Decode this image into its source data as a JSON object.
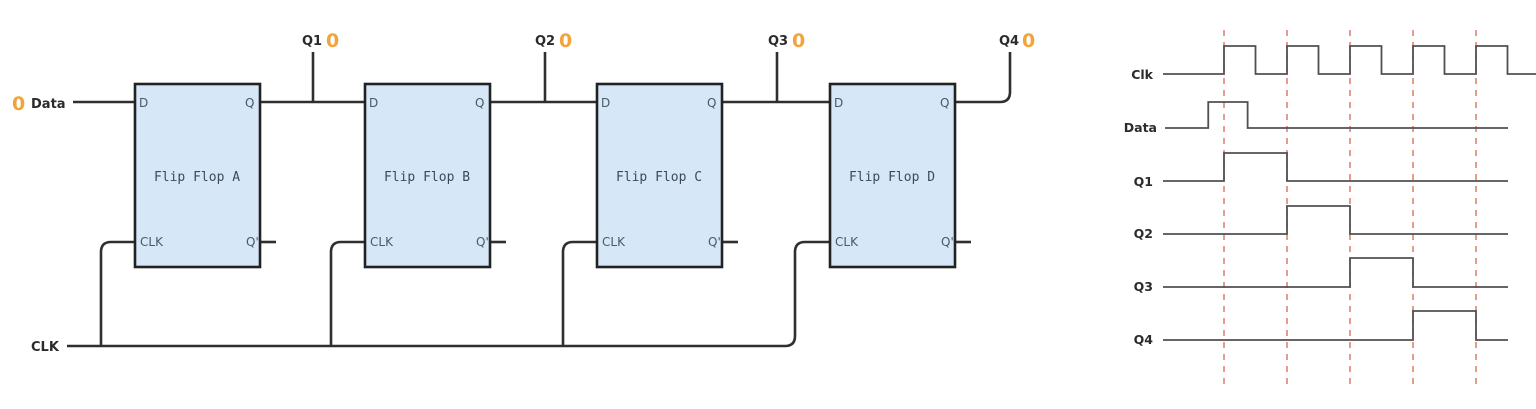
{
  "circuit": {
    "input": {
      "label": "Data",
      "value": "0"
    },
    "clock_label": "CLK",
    "flip_flops": [
      {
        "name": "Flip Flop A",
        "pin_d": "D",
        "pin_q": "Q",
        "pin_clk": "CLK",
        "pin_qbar": "Q'"
      },
      {
        "name": "Flip Flop B",
        "pin_d": "D",
        "pin_q": "Q",
        "pin_clk": "CLK",
        "pin_qbar": "Q'"
      },
      {
        "name": "Flip Flop C",
        "pin_d": "D",
        "pin_q": "Q",
        "pin_clk": "CLK",
        "pin_qbar": "Q'"
      },
      {
        "name": "Flip Flop D",
        "pin_d": "D",
        "pin_q": "Q",
        "pin_clk": "CLK",
        "pin_qbar": "Q'"
      }
    ],
    "outputs": [
      {
        "label": "Q1",
        "value": "0"
      },
      {
        "label": "Q2",
        "value": "0"
      },
      {
        "label": "Q3",
        "value": "0"
      },
      {
        "label": "Q4",
        "value": "0"
      }
    ],
    "colors": {
      "box_fill": "#d6e8f8",
      "value_accent": "#f0a43a",
      "wire": "#2f2f2f"
    }
  },
  "timing": {
    "signals": [
      {
        "label": "Clk",
        "transitions": "square clock, period 2 units, rising edges at t=1,3,5,7,9"
      },
      {
        "label": "Data",
        "high_from": 0.5,
        "high_to": 1.75
      },
      {
        "label": "Q1",
        "high_from": 1,
        "high_to": 3
      },
      {
        "label": "Q2",
        "high_from": 3,
        "high_to": 5
      },
      {
        "label": "Q3",
        "high_from": 5,
        "high_to": 7
      },
      {
        "label": "Q4",
        "high_from": 7,
        "high_to": 9
      }
    ],
    "clock_edges": [
      1,
      3,
      5,
      7,
      9
    ],
    "time_range": [
      -1,
      10
    ],
    "grid_color": "#d9735a"
  }
}
